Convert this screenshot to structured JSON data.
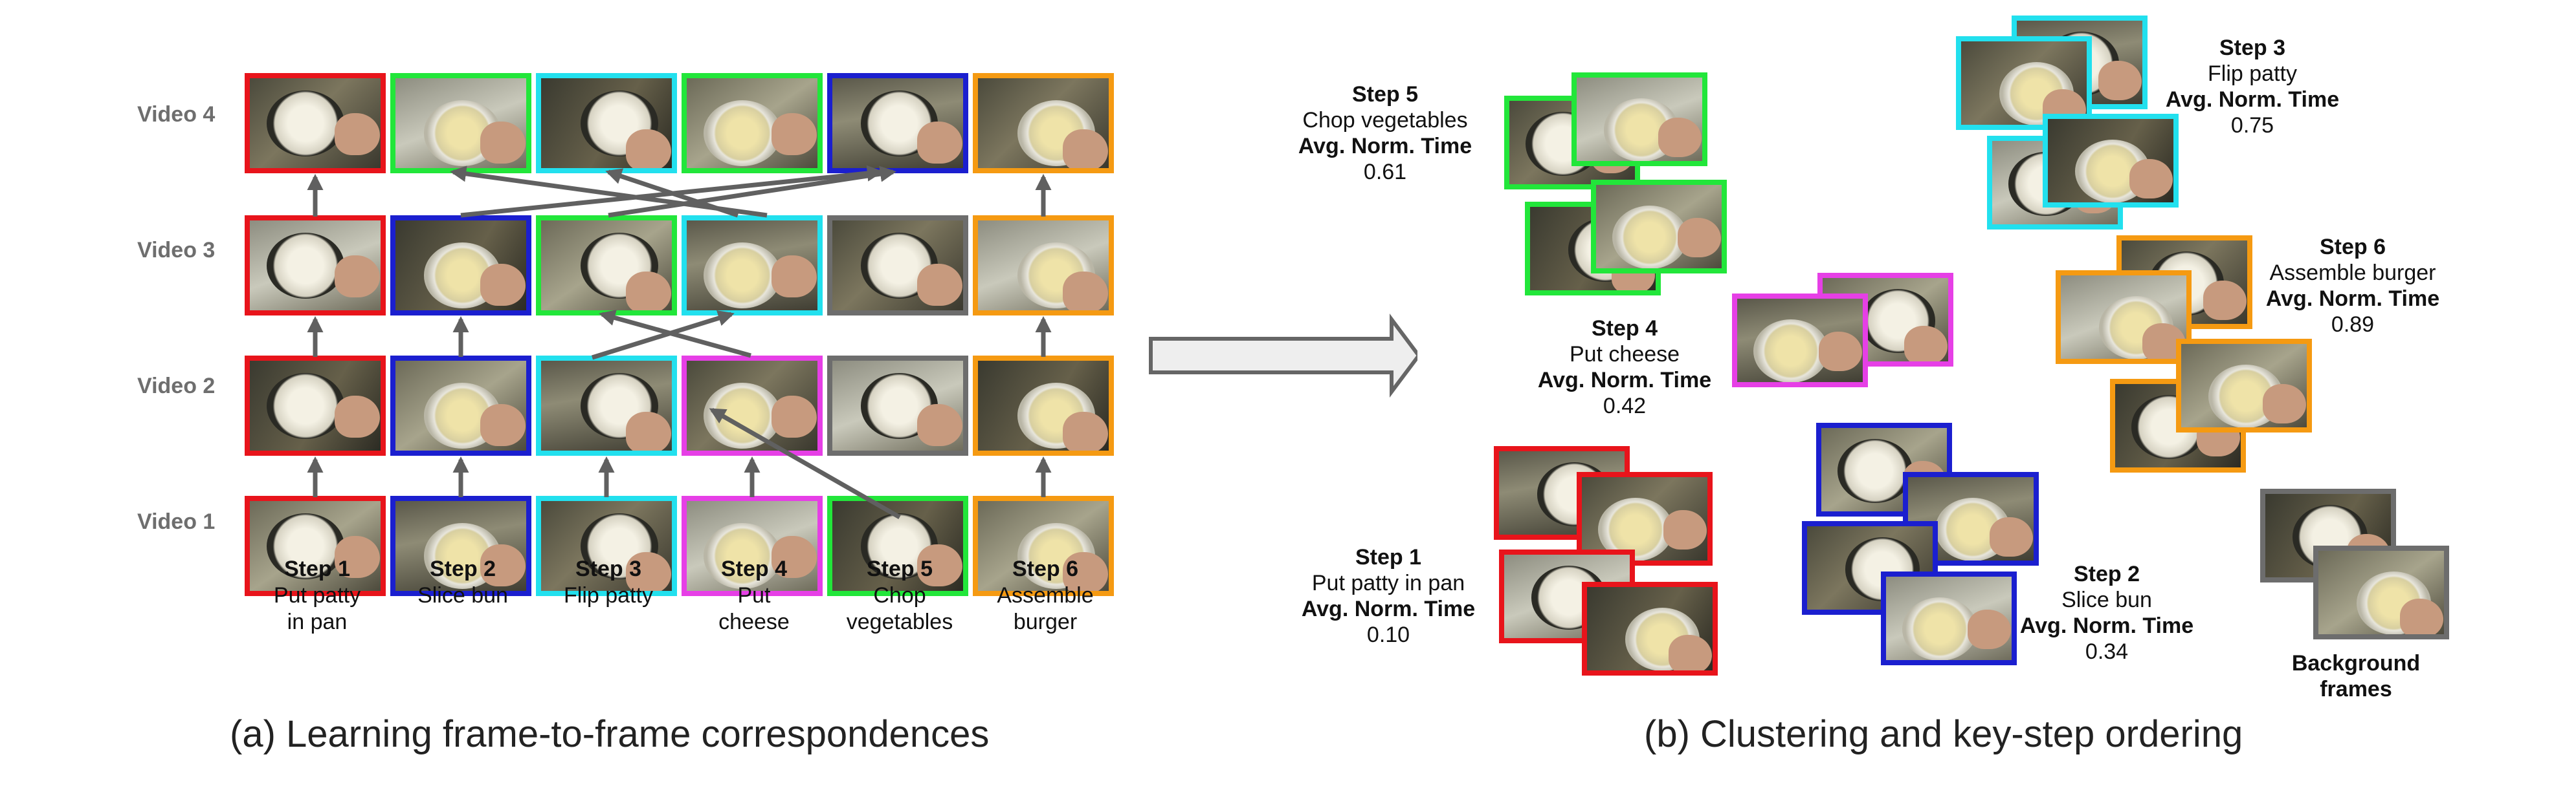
{
  "colors": {
    "step1": "#e8141b",
    "step2": "#1b1fcf",
    "step3": "#22e0ee",
    "step4": "#e63fe6",
    "step5": "#22e63a",
    "step6": "#f59a12",
    "background": "#6d6d6d",
    "arrow": "#606060"
  },
  "panel_a": {
    "caption": "(a) Learning frame-to-frame correspondences",
    "videos": [
      "Video 4",
      "Video 3",
      "Video 2",
      "Video 1"
    ],
    "steps": [
      {
        "title": "Step 1",
        "line1": "Put patty",
        "line2": "in pan"
      },
      {
        "title": "Step 2",
        "line1": "Slice bun",
        "line2": ""
      },
      {
        "title": "Step 3",
        "line1": "Flip patty",
        "line2": ""
      },
      {
        "title": "Step 4",
        "line1": "Put",
        "line2": "cheese"
      },
      {
        "title": "Step 5",
        "line1": "Chop",
        "line2": "vegetables"
      },
      {
        "title": "Step 6",
        "line1": "Assemble",
        "line2": "burger"
      }
    ],
    "grid_borders": [
      [
        "step1",
        "step5",
        "step3",
        "step5",
        "step2",
        "step6"
      ],
      [
        "step1",
        "step2",
        "step5",
        "step3",
        "background",
        "step6"
      ],
      [
        "step1",
        "step2",
        "step3",
        "step4",
        "background",
        "step6"
      ],
      [
        "step1",
        "step2",
        "step3",
        "step4",
        "step5",
        "step6"
      ]
    ]
  },
  "panel_b": {
    "caption": "(b) Clustering and key-step ordering",
    "time_label": "Avg. Norm. Time",
    "clusters": [
      {
        "key": "step5",
        "title": "Step 5",
        "name": "Chop vegetables",
        "time": "0.61"
      },
      {
        "key": "step3",
        "title": "Step 3",
        "name": "Flip patty",
        "time": "0.75"
      },
      {
        "key": "step4",
        "title": "Step 4",
        "name": "Put cheese",
        "time": "0.42"
      },
      {
        "key": "step6",
        "title": "Step 6",
        "name": "Assemble burger",
        "time": "0.89"
      },
      {
        "key": "step1",
        "title": "Step 1",
        "name": "Put patty in pan",
        "time": "0.10"
      },
      {
        "key": "step2",
        "title": "Step 2",
        "name": "Slice bun",
        "time": "0.34"
      }
    ],
    "background_label": [
      "Background",
      "frames"
    ]
  }
}
